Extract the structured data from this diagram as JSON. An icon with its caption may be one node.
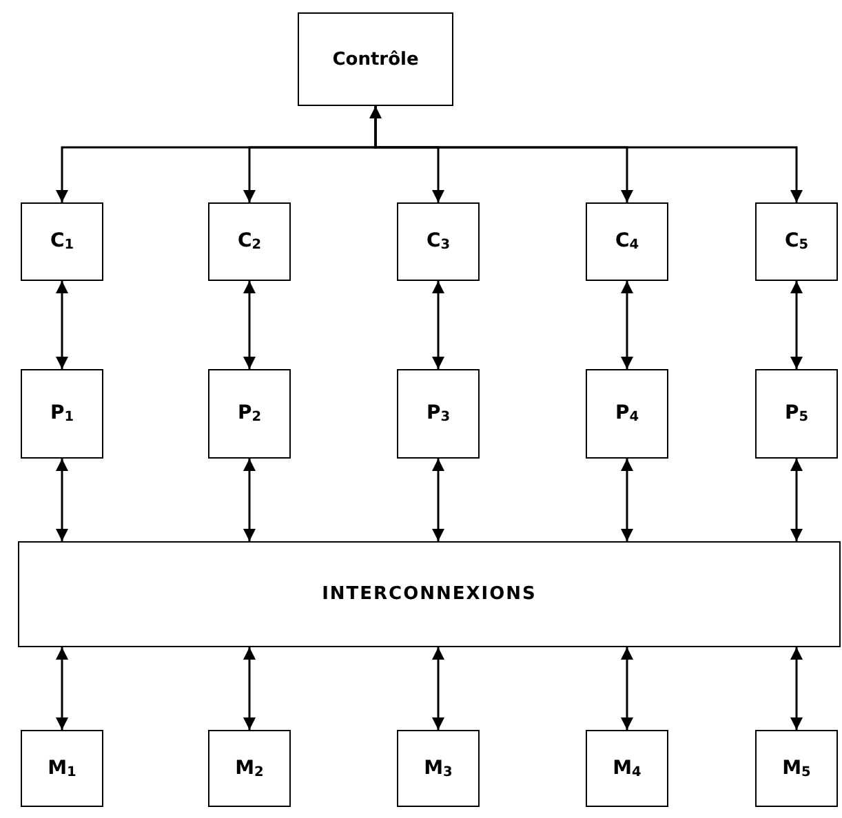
{
  "diagram": {
    "nodes": [
      {
        "text": [
          "Contrôle"
        ]
      },
      {
        "text": [
          "C$_{1}$"
        ]
      },
      {
        "text": [
          "C$_{2}$"
        ]
      },
      {
        "text": [
          "C$_{3}$"
        ]
      },
      {
        "text": [
          "C$_{4}$"
        ]
      },
      {
        "text": [
          "C$_{5}$"
        ]
      },
      {
        "text": [
          "P$_{1}$"
        ]
      },
      {
        "text": [
          "P$_{2}$"
        ]
      },
      {
        "text": [
          "P$_{3}$"
        ]
      },
      {
        "text": [
          "P$_{4}$"
        ]
      },
      {
        "text": [
          "P$_{5}$"
        ]
      },
      {
        "text": [
          "INTERCONNEXIONS"
        ]
      },
      {
        "text": [
          "M$_{1}$"
        ]
      },
      {
        "text": [
          "M$_{2}$"
        ]
      },
      {
        "text": [
          "M$_{3}$"
        ]
      },
      {
        "text": [
          "M$_{4}$"
        ]
      },
      {
        "text": [
          "M$_{5}$"
        ]
      }
    ],
    "edges": [
      {
        "from": 0,
        "to": 1,
        "arrow": "to"
      },
      {
        "from": 0,
        "to": 2,
        "arrow": "to"
      },
      {
        "from": 0,
        "to": 3,
        "arrow": "both"
      },
      {
        "from": 0,
        "to": 4,
        "arrow": "to"
      },
      {
        "from": 0,
        "to": 5,
        "arrow": "to"
      },
      {
        "from": 1,
        "to": 6,
        "arrow": "both"
      },
      {
        "from": 2,
        "to": 7,
        "arrow": "both"
      },
      {
        "from": 3,
        "to": 8,
        "arrow": "both"
      },
      {
        "from": 4,
        "to": 9,
        "arrow": "both"
      },
      {
        "from": 5,
        "to": 10,
        "arrow": "both"
      },
      {
        "from": 6,
        "to": 11,
        "arrow": "both"
      },
      {
        "from": 7,
        "to": 11,
        "arrow": "both"
      },
      {
        "from": 8,
        "to": 11,
        "arrow": "both"
      },
      {
        "from": 9,
        "to": 11,
        "arrow": "both"
      },
      {
        "from": 10,
        "to": 11,
        "arrow": "both"
      },
      {
        "from": 11,
        "to": 12,
        "arrow": "both"
      },
      {
        "from": 11,
        "to": 13,
        "arrow": "both"
      },
      {
        "from": 11,
        "to": 14,
        "arrow": "both"
      },
      {
        "from": 11,
        "to": 15,
        "arrow": "both"
      },
      {
        "from": 11,
        "to": 16,
        "arrow": "both"
      }
    ]
  }
}
